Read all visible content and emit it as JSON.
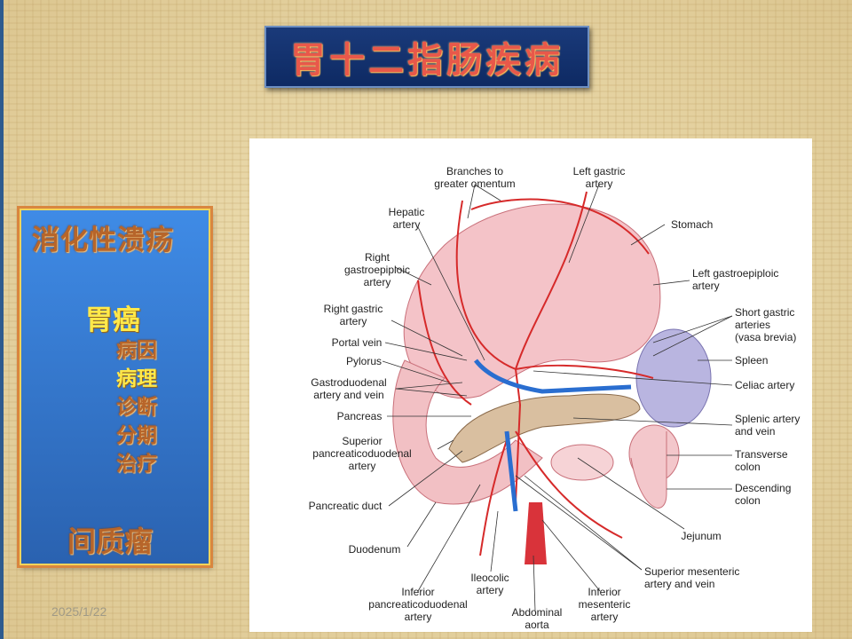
{
  "slide_title": "胃十二指肠疾病",
  "sidebar": {
    "heading": "消化性溃疡",
    "main_topic": "胃癌",
    "subtopics": [
      "病因",
      "病理",
      "诊断",
      "分期",
      "治疗"
    ],
    "footer": "间质瘤"
  },
  "date": "2025/1/22",
  "diagram": {
    "labels": {
      "branches": "Branches to\ngreater omentum",
      "left_gastric": "Left gastric\nartery",
      "hepatic": "Hepatic\nartery",
      "stomach": "Stomach",
      "right_gastroepiploic": "Right\ngastroepiploic\nartery",
      "left_gastroepiploic": "Left gastroepiploic\nartery",
      "right_gastric": "Right gastric\nartery",
      "short_gastric": "Short gastric\narteries\n(vasa brevia)",
      "portal_vein": "Portal vein",
      "pylorus": "Pylorus",
      "spleen": "Spleen",
      "gastroduodenal": "Gastroduodenal\nartery and vein",
      "celiac": "Celiac artery",
      "pancreas": "Pancreas",
      "splenic": "Splenic artery\nand vein",
      "sup_pd": "Superior\npancreaticoduodenal\nartery",
      "transverse_colon": "Transverse\ncolon",
      "descending_colon": "Descending\ncolon",
      "pancreatic_duct": "Pancreatic duct",
      "jejunum": "Jejunum",
      "duodenum": "Duodenum",
      "sup_mesenteric": "Superior mesenteric\nartery and vein",
      "ileocolic": "Ileocolic\nartery",
      "inf_pd": "Inferior\npancreaticoduodenal\nartery",
      "inf_mesenteric": "Inferior\nmesenteric\nartery",
      "aorta": "Abdominal\naorta"
    }
  }
}
